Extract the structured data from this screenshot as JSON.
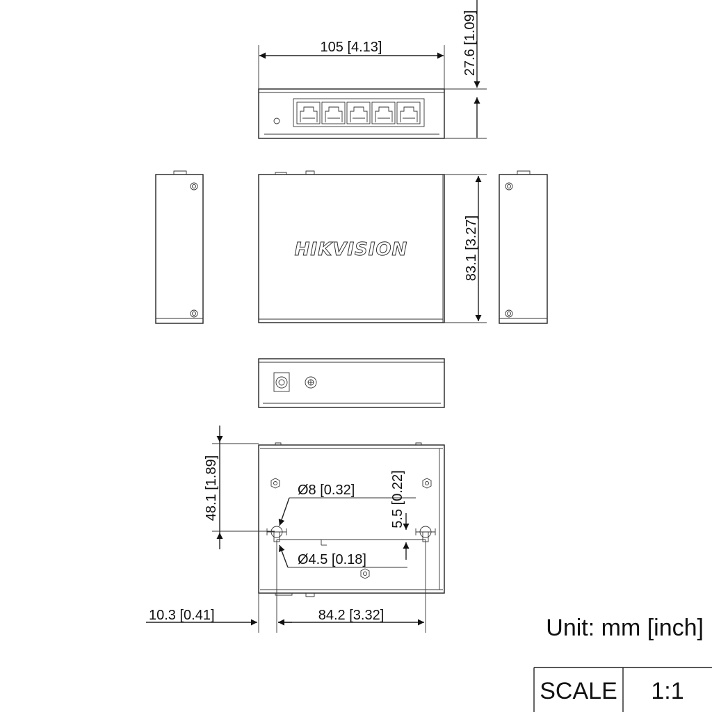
{
  "brand": "HIKVISION",
  "dimensions": {
    "top_width": "105  [4.13]",
    "top_height": "27.6  [1.09]",
    "front_depth": "83.1  [3.27]",
    "bottom_vertical": "48.1  [1.89]",
    "hole_large": "Ø8  [0.32]",
    "hole_offset": "5.5  [0.22]",
    "hole_small": "Ø4.5  [0.18]",
    "left_offset": "10.3  [0.41]",
    "hole_spacing": "84.2  [3.32]"
  },
  "unit_label": "Unit: mm [inch]",
  "scale_table": {
    "label": "SCALE",
    "value": "1:1"
  }
}
